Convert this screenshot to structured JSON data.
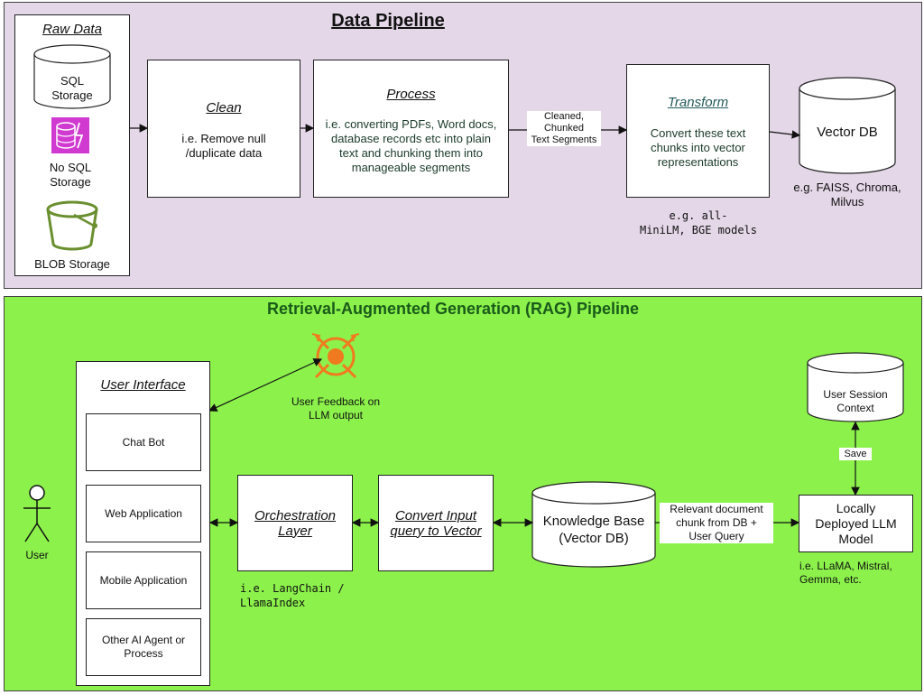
{
  "data_pipeline": {
    "title": "Data Pipeline",
    "raw_data": {
      "title": "Raw Data",
      "sql_storage": "SQL\nStorage",
      "nosql_storage": "No SQL\nStorage",
      "blob_storage": "BLOB Storage"
    },
    "clean": {
      "title": "Clean",
      "desc": "i.e. Remove null\n/duplicate data"
    },
    "process": {
      "title": "Process",
      "desc": "i.e. converting PDFs, Word docs,\ndatabase records etc into plain\ntext and chunking them into\nmanageable segments"
    },
    "segments_label": "Cleaned,\nChunked\nText Segments",
    "transform": {
      "title": "Transform",
      "desc": "Convert these text\nchunks into vector\nrepresentations",
      "note": "e.g. all-\nMiniLM, BGE models"
    },
    "vector_db": {
      "label": "Vector DB",
      "note": "e.g. FAISS, Chroma,\nMilvus"
    }
  },
  "rag_pipeline": {
    "title": "Retrieval-Augmented Generation (RAG) Pipeline",
    "user_label": "User",
    "feedback_label": "User Feedback on\nLLM output",
    "user_interface": {
      "title": "User Interface",
      "items": [
        "Chat Bot",
        "Web Application",
        "Mobile Application",
        "Other AI Agent or\nProcess"
      ]
    },
    "orchestration": {
      "title": "Orchestration\nLayer",
      "note": "i.e. LangChain /\nLlamaIndex"
    },
    "convert": {
      "title": "Convert Input\nquery to Vector"
    },
    "knowledge_base": {
      "label": "Knowledge Base\n(Vector DB)"
    },
    "relevant_label": "Relevant document\nchunk from DB +\nUser Query",
    "llm": {
      "label": "Locally\nDeployed LLM\nModel",
      "note": "i.e. LLaMA, Mistral,\nGemma, etc."
    },
    "session": {
      "label": "User Session\nContext"
    },
    "save_label": "Save"
  },
  "colors": {
    "top_panel": "#e4d7e8",
    "bottom_panel": "#8cf24b",
    "nosql_icon": "#d13ad1",
    "blob_icon": "#6a8f2f",
    "feedback_icon": "#f07a20",
    "rag_title": "#1a5a1a"
  }
}
